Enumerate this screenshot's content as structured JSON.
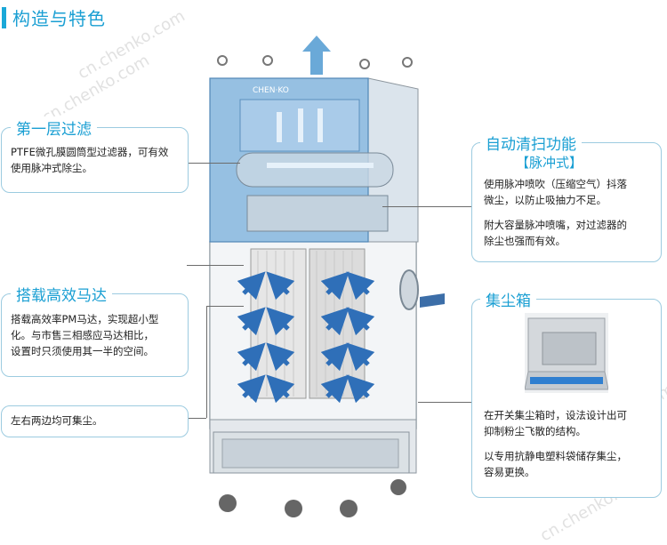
{
  "page": {
    "title": "构造与特色"
  },
  "callouts": {
    "filter": {
      "title": "第一层过滤",
      "lines": [
        "PTFE微孔膜圆筒型过滤器，可有效",
        "使用脉冲式除尘。"
      ]
    },
    "motor": {
      "title": "搭载高效马达",
      "lines": [
        "搭载高效率PM马达，实现超小型",
        "化。与市售三相感应马达相比，",
        "设置时只须使用其一半的空间。"
      ]
    },
    "both_sides": {
      "text": "左右两边均可集尘。"
    },
    "cleaning": {
      "title": "自动清扫功能",
      "subtitle": "【脉冲式】",
      "para1": [
        "使用脉冲喷吹（压缩空气）抖落",
        "微尘，以防止吸抽力不足。"
      ],
      "para2": [
        "附大容量脉冲喷嘴，对过滤器的",
        "除尘也强而有效。"
      ]
    },
    "dust_box": {
      "title": "集尘箱",
      "para1": [
        "在开关集尘箱时，设法设计出可",
        "抑制粉尘飞散的结构。"
      ],
      "para2": [
        "以专用抗静电塑料袋储存集尘，",
        "容易更换。"
      ]
    }
  },
  "machine": {
    "logo": "CHEN·KO"
  },
  "watermark": "cn.chenko.com",
  "colors": {
    "accent": "#1a9fd3",
    "arrow_blue": "#2f6fb8",
    "air_blue": "#5ba6d8",
    "frame": "#9ccbe0"
  }
}
